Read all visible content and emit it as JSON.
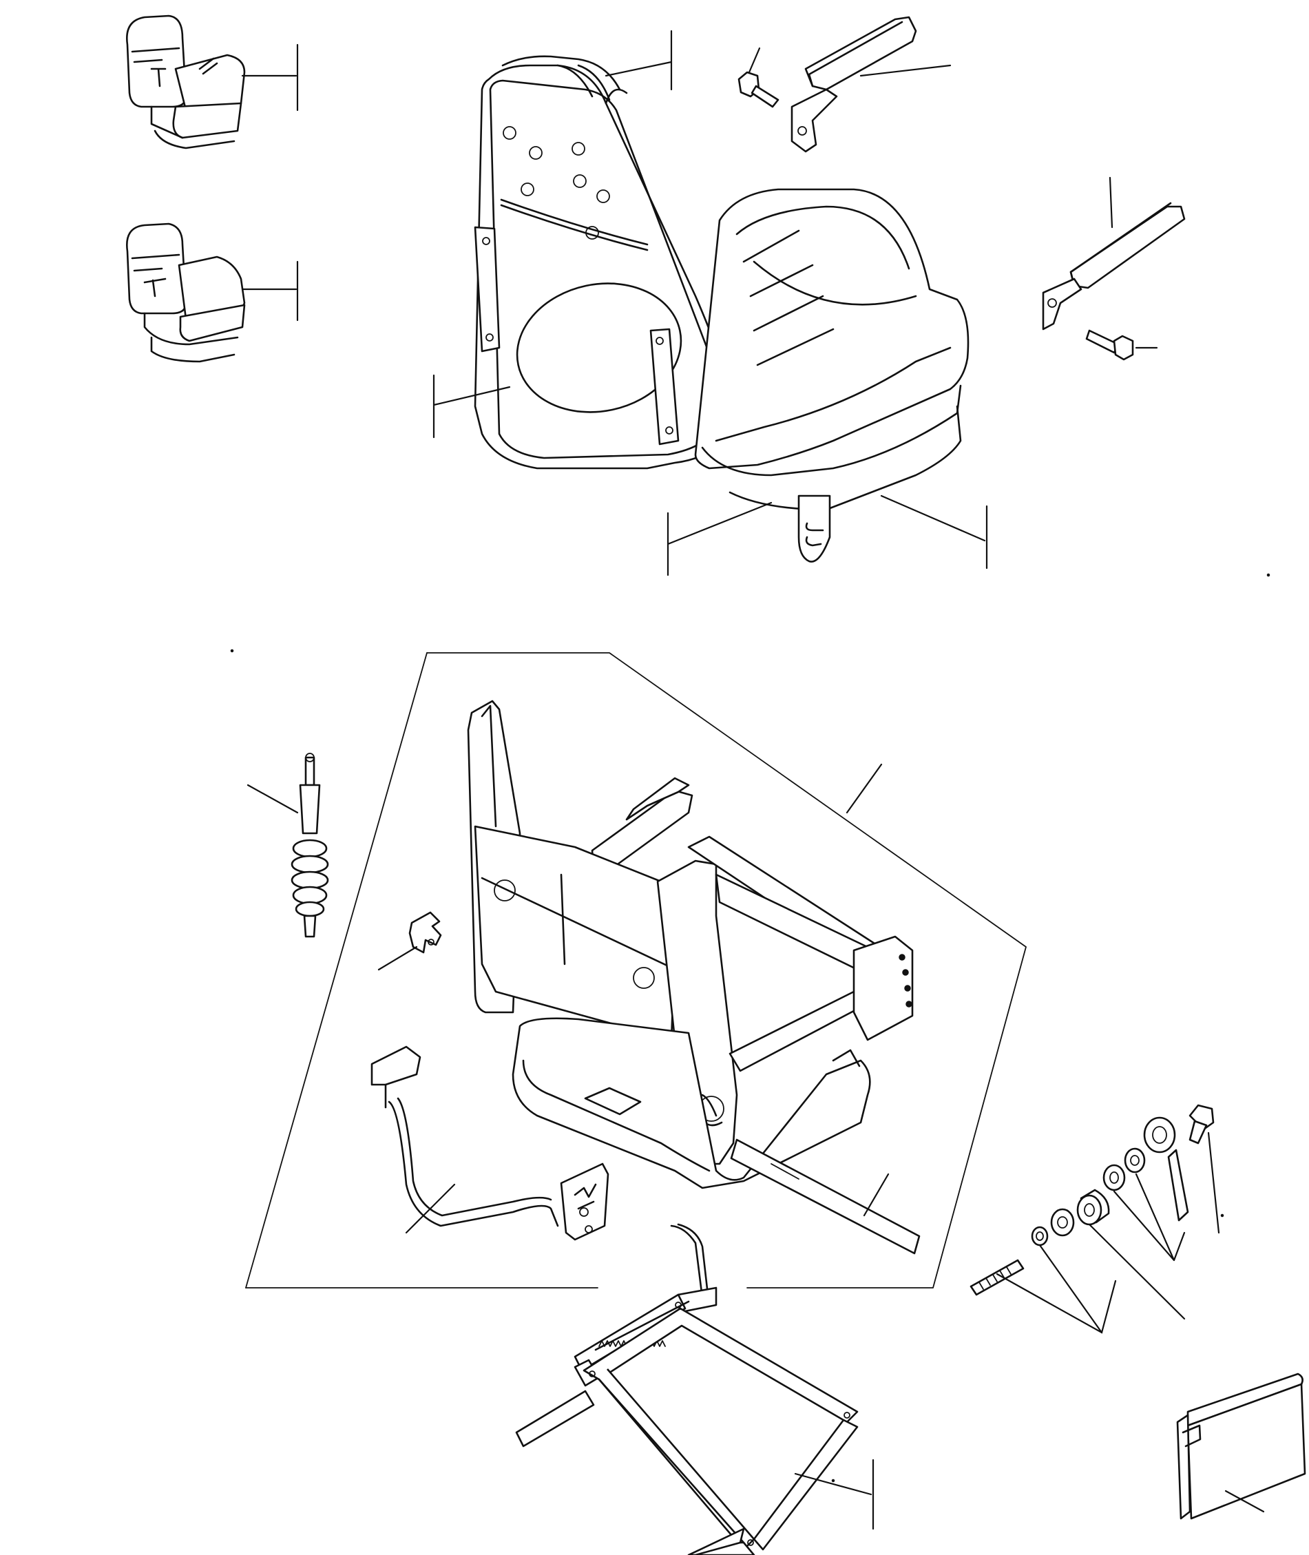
{
  "figure": {
    "background": "#ffffff",
    "ink": "#111111",
    "groups": [
      "seat-variant-1",
      "seat-variant-2",
      "seat-assembly",
      "armrest-right",
      "armrest-left",
      "suspension-boundary",
      "suspension-frame",
      "shock-absorber",
      "clip",
      "adjust-lever",
      "slide-rail",
      "hardware-stack",
      "cover-plate"
    ]
  }
}
